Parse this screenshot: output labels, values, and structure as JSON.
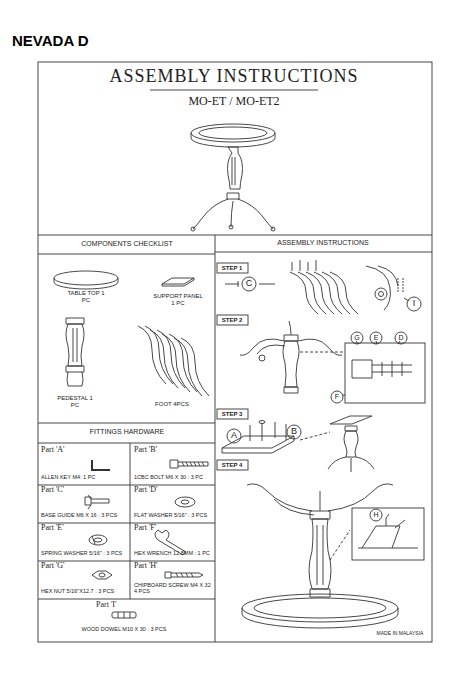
{
  "diagram": {
    "title": "NEVADA D",
    "labels": [
      "ASSEMBLY INSTRUCTIONS",
      "MO-ET / MO-ET2",
      "COMPONENTS CHECKLIST",
      "ASSEMBLY INSTRUCTIONS",
      "TABLE TOP 1 PC",
      "SUPPORT PANEL 1 PC",
      "PEDESTAL 1 PC",
      "FOOT 4PCS",
      "FITTINGS HARDWARE",
      "Part 'A'",
      "ALLEN KEY M4: 1 PC",
      "Part 'B'",
      "1CBC BOLT M6 X 30 : 3 PC",
      "Part 'C'",
      "BASE GUIDE M6 X 16 : 3 PCS",
      "Part 'D'",
      "FLAT WASHER 5/16\" : 3 PCS",
      "Part 'E'",
      "SPRING WASHER 5/16\" : 3 PCS",
      "Part 'F'",
      "HEX WRENCH 12.8MM : 1 PC",
      "Part 'G'",
      "HEX NUT 5/16\"X12.7 : 3 PCS",
      "Part 'H'",
      "CHIPBOARD SCREW M4 X 32 4 PCS",
      "Part 'I'",
      "WOOD DOWEL M10 X 30 : 3 PCS",
      "STEP 1",
      "STEP 2",
      "STEP 3",
      "STEP 4",
      "C",
      "I",
      "G",
      "E",
      "D",
      "F",
      "A",
      "B",
      "H",
      "MADE IN MALAYSIA"
    ]
  }
}
